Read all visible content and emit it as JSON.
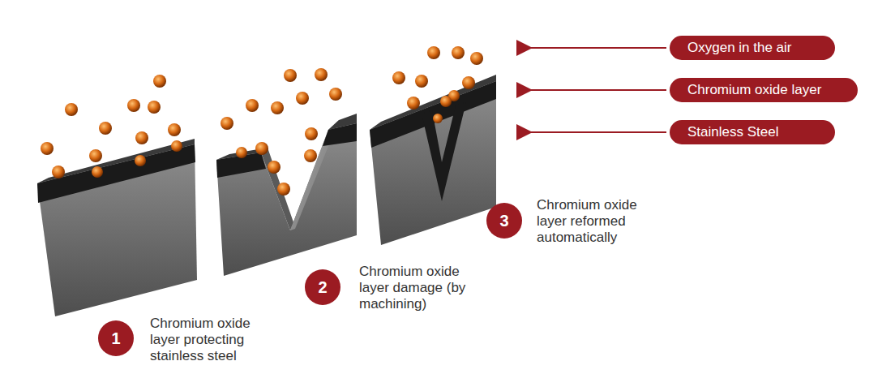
{
  "diagram": {
    "nodes": [
      {
        "text": [
          "Oxygen in the air"
        ]
      },
      {
        "text": [
          "Chromium oxide layer"
        ]
      },
      {
        "text": [
          "Stainless Steel"
        ]
      },
      {
        "text": [
          "1",
          "Chromium oxide layer protecting stainless steel"
        ]
      },
      {
        "text": [
          "2",
          "Chromium oxide layer damage (by machining)"
        ]
      },
      {
        "text": [
          "3",
          "Chromium oxide layer reformed automatically"
        ]
      }
    ]
  }
}
